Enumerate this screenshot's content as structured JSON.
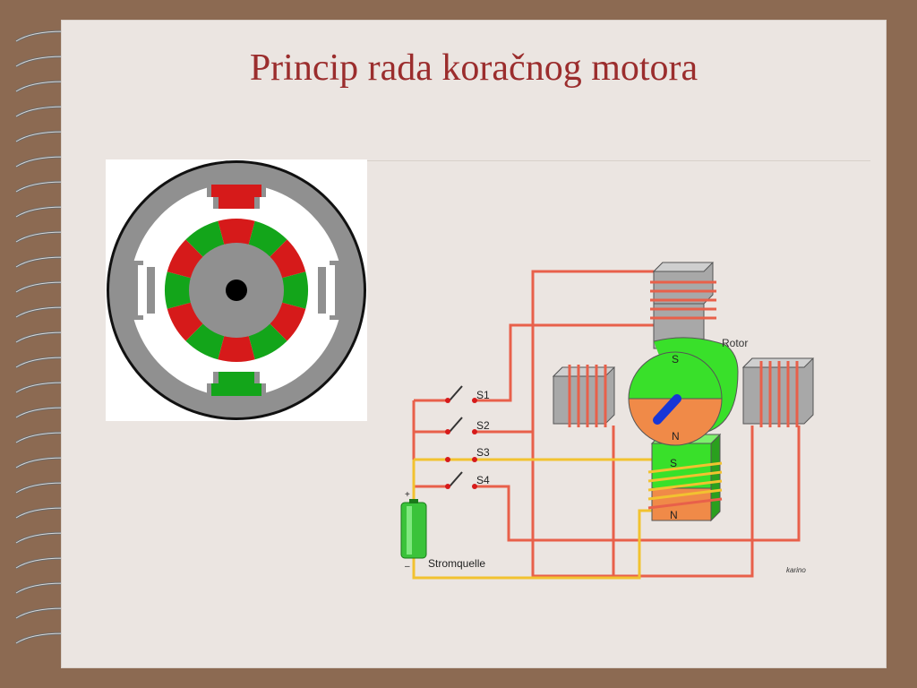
{
  "slide": {
    "title": "Princip rada koračnog motora"
  },
  "circuit": {
    "switch_labels": [
      "S1",
      "S2",
      "S3",
      "S4"
    ],
    "rotor_label": "Rotor",
    "power_label": "Stromquelle",
    "plus_sign": "+",
    "minus_sign": "–",
    "pole_top": "S",
    "pole_bottom": "N",
    "lower_pole_top": "S",
    "lower_pole_bottom": "N",
    "signature": "karino"
  },
  "colors": {
    "background_frame": "#8c6a52",
    "slide": "#ebe5e1",
    "title": "#9b2d2d",
    "wire_red": "#e8604a",
    "wire_yellow": "#f2c230",
    "rotor_green": "#39e02a",
    "rotor_orange": "#f08a48",
    "stator_red": "#d61a1a",
    "stator_green": "#13a51a"
  }
}
